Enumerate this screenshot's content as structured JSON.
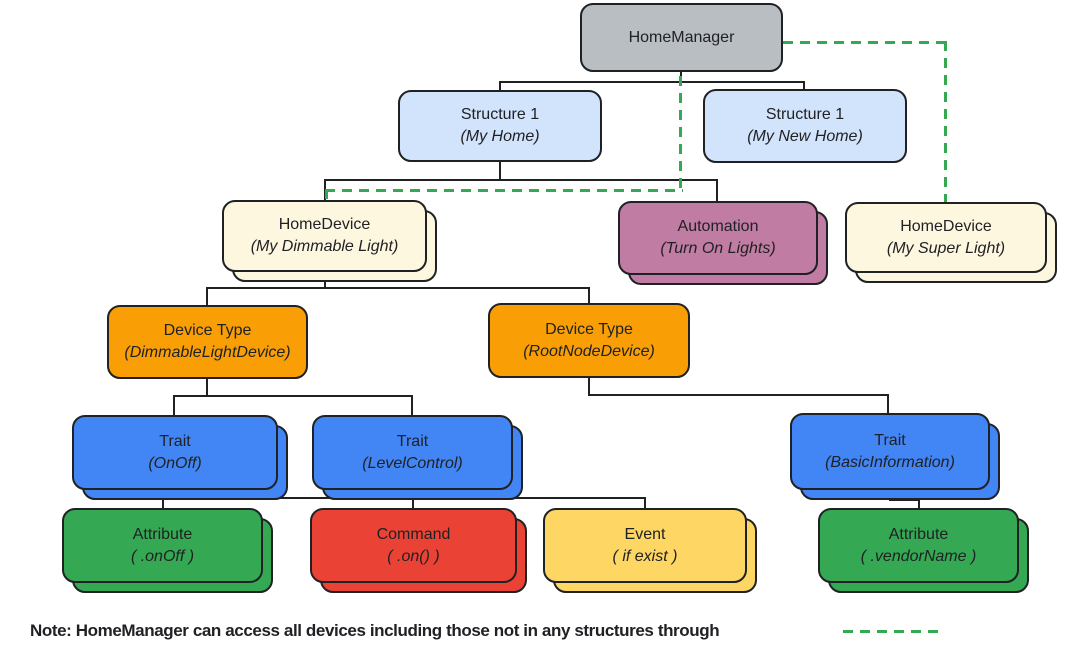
{
  "nodes": {
    "home_manager": {
      "title": "HomeManager",
      "subtitle": ""
    },
    "structure_my_home": {
      "title": "Structure 1",
      "subtitle": "(My Home)"
    },
    "structure_my_new_home": {
      "title": "Structure 1",
      "subtitle": "(My New Home)"
    },
    "home_device_dimmable": {
      "title": "HomeDevice",
      "subtitle": "(My Dimmable Light)"
    },
    "automation_turn_on": {
      "title": "Automation",
      "subtitle": "(Turn On Lights)"
    },
    "home_device_super": {
      "title": "HomeDevice",
      "subtitle": "(My Super Light)"
    },
    "device_type_dimmable": {
      "title": "Device Type",
      "subtitle": "(DimmableLightDevice)"
    },
    "device_type_rootnode": {
      "title": "Device Type",
      "subtitle": "(RootNodeDevice)"
    },
    "trait_onoff": {
      "title": "Trait",
      "subtitle": "(OnOff)"
    },
    "trait_levelcontrol": {
      "title": "Trait",
      "subtitle": "(LevelControl)"
    },
    "trait_basicinformation": {
      "title": "Trait",
      "subtitle": "(BasicInformation)"
    },
    "attribute_onoff": {
      "title": "Attribute",
      "subtitle": "( .onOff )"
    },
    "command_on": {
      "title": "Command",
      "subtitle": "( .on() )"
    },
    "event_if_exist": {
      "title": "Event",
      "subtitle": "( if exist )"
    },
    "attribute_vendorname": {
      "title": "Attribute",
      "subtitle": "( .vendorName )"
    }
  },
  "note": {
    "text": "Note: HomeManager can access all devices including those not in any structures through"
  },
  "colors": {
    "gray_node": "#B8BEC1",
    "light_blue_node": "#D2E3FC",
    "cream_node": "#FEF7E0",
    "mauve_node": "#C07CA2",
    "orange_node": "#F99F05",
    "blue_node": "#4285F4",
    "green_node": "#34A853",
    "red_node": "#EA4335",
    "yellow_node": "#FDD663",
    "connector": "#202124",
    "dashed_link_green": "#34A853",
    "text": "#202124"
  }
}
